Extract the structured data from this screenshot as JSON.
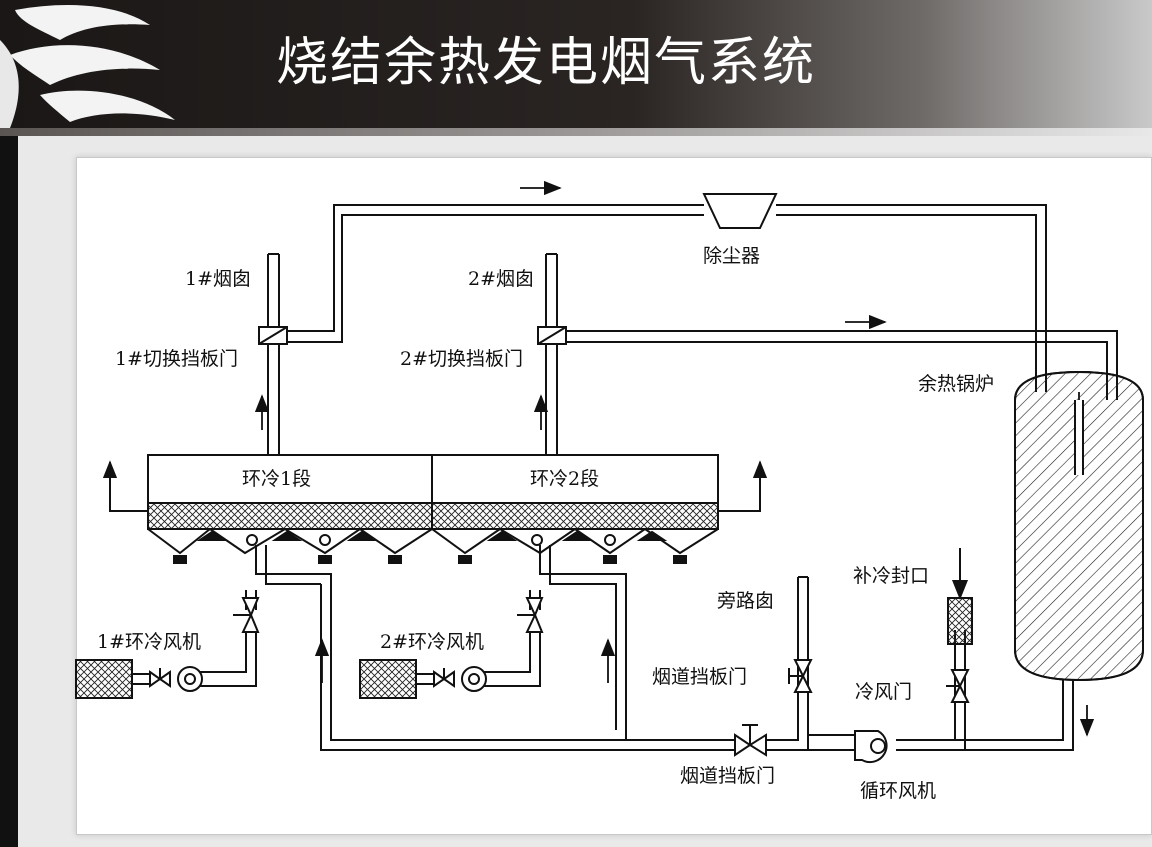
{
  "title": "烧结余热发电烟气系统",
  "labels": {
    "chimney1": "1#烟囱",
    "chimney2": "2#烟囱",
    "switch_damper1": "1#切换挡板门",
    "switch_damper2": "2#切换挡板门",
    "dust_collector": "除尘器",
    "waste_heat_boiler": "余热锅炉",
    "cooler_section1": "环冷1段",
    "cooler_section2": "环冷2段",
    "cooler_fan1": "1#环冷风机",
    "cooler_fan2": "2#环冷风机",
    "bypass_chimney": "旁路囱",
    "flue_damper_upper": "烟道挡板门",
    "flue_damper_lower": "烟道挡板门",
    "cold_seal": "补冷封口",
    "cold_air_damper": "冷风门",
    "circulation_fan": "循环风机"
  }
}
